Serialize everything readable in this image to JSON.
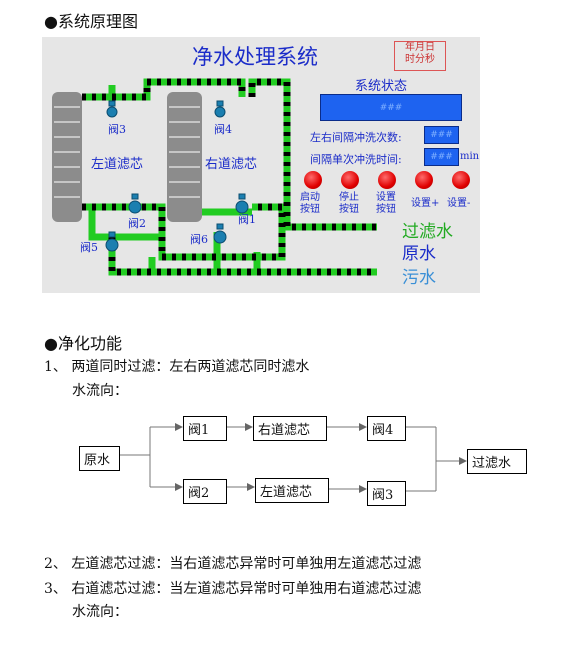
{
  "sections": {
    "system_diagram_heading": "●系统原理图",
    "purify_heading": "●净化功能"
  },
  "scada": {
    "title": "净水处理系统",
    "clock_line1": "年月日",
    "clock_line2": "时分秒",
    "status_label": "系统状态",
    "status_value": "###",
    "interval_count_label": "左右间隔冲洗次数:",
    "interval_count_value": "###",
    "interval_time_label": "间隔单次冲洗时间:",
    "interval_time_value": "###",
    "interval_time_unit": "min",
    "left_filter": "左道滤芯",
    "right_filter": "右道滤芯",
    "valves": {
      "v1": "阀1",
      "v2": "阀2",
      "v3": "阀3",
      "v4": "阀4",
      "v5": "阀5",
      "v6": "阀6"
    },
    "buttons": {
      "start_l1": "启动",
      "start_l2": "按钮",
      "stop_l1": "停止",
      "stop_l2": "按钮",
      "set_l1": "设置",
      "set_l2": "按钮",
      "set_plus": "设置+",
      "set_minus": "设置-"
    },
    "legend": {
      "filtered": "过滤水",
      "raw": "原水",
      "waste": "污水"
    },
    "colors": {
      "filtered": "#2fd12f",
      "raw": "#1b2cc9",
      "waste": "#3a8fd6",
      "panel_bg": "#e6e6e6"
    }
  },
  "text": {
    "item1": "1、 两道同时过滤：左右两道滤芯同时滤水",
    "item1_flow": "水流向：",
    "item2": "2、 左道滤芯过滤：当右道滤芯异常时可单独用左道滤芯过滤",
    "item3": "3、 右道滤芯过滤：当左道滤芯异常时可单独用右道滤芯过滤",
    "item3_flow": "水流向："
  },
  "flow": {
    "source": "原水",
    "top": [
      "阀1",
      "右道滤芯",
      "阀4"
    ],
    "bottom": [
      "阀2",
      "左道滤芯",
      "阀3"
    ],
    "target": "过滤水"
  }
}
